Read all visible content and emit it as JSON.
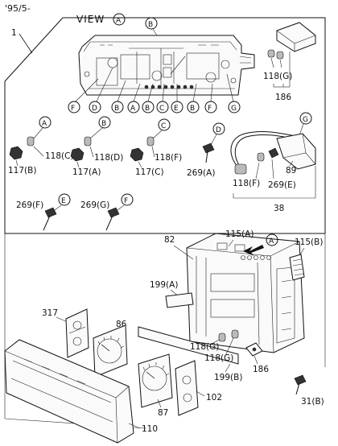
{
  "header": {
    "code": "'95/5-"
  },
  "view": {
    "label": "VIEW",
    "letter": "A"
  },
  "view_letters_top": [
    "B"
  ],
  "view_letters_bottom": [
    "F",
    "D",
    "B",
    "A",
    "B",
    "C",
    "E",
    "B",
    "F",
    "G"
  ],
  "bulb_callouts": [
    {
      "letter": "A",
      "bulb": "118(C)",
      "socket": "117(B)"
    },
    {
      "letter": "B",
      "bulb": "118(D)",
      "socket": "117(A)"
    },
    {
      "letter": "C",
      "bulb": "118(F)",
      "socket": "117(C)"
    },
    {
      "letter": "D",
      "screw": "269(A)"
    }
  ],
  "harness": {
    "letter": "G",
    "parts": [
      "89",
      "118(F)",
      "269(E)",
      "38"
    ]
  },
  "screws": [
    {
      "label": "269(F)",
      "letter": "E"
    },
    {
      "label": "269(G)",
      "letter": "F"
    }
  ],
  "module": {
    "labels": [
      "118(G)",
      "186"
    ]
  },
  "assembly": {
    "arrow_letter": "A",
    "labels": {
      "p1": "1",
      "p82": "82",
      "p115a": "115(A)",
      "p115b": "115(B)",
      "p199a": "199(A)",
      "p199b": "199(B)",
      "p317": "317",
      "p86": "86",
      "p118g1": "118(G)",
      "p118g2": "118(G)",
      "p186": "186",
      "p87": "87",
      "p102": "102",
      "p31b": "31(B)",
      "p110": "110"
    }
  }
}
